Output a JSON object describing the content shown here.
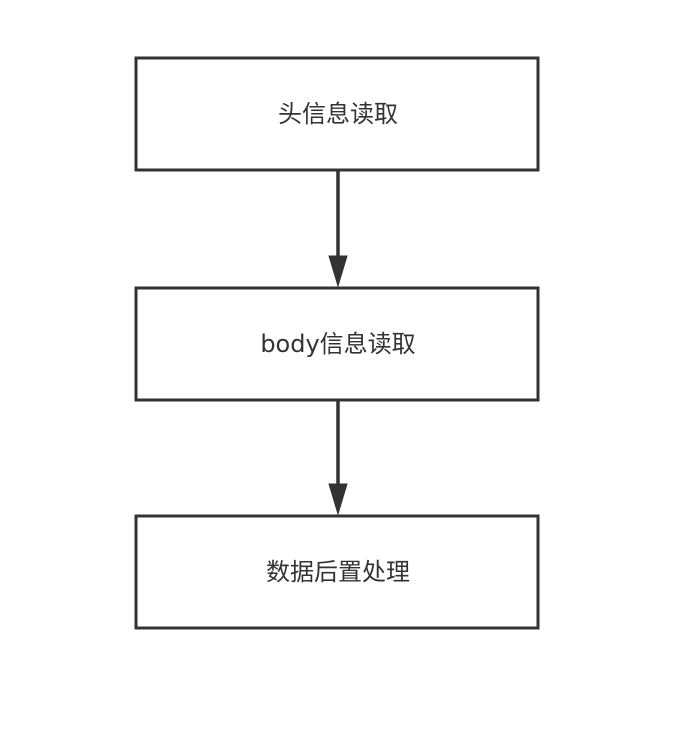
{
  "diagram": {
    "nodes": [
      {
        "id": "header-read",
        "label": "头信息读取"
      },
      {
        "id": "body-read",
        "label": "body信息读取"
      },
      {
        "id": "post-process",
        "label": "数据后置处理"
      }
    ],
    "edges": [
      {
        "from": "header-read",
        "to": "body-read"
      },
      {
        "from": "body-read",
        "to": "post-process"
      }
    ],
    "colors": {
      "stroke": "#333333",
      "fill": "#ffffff",
      "text": "#333333"
    }
  }
}
